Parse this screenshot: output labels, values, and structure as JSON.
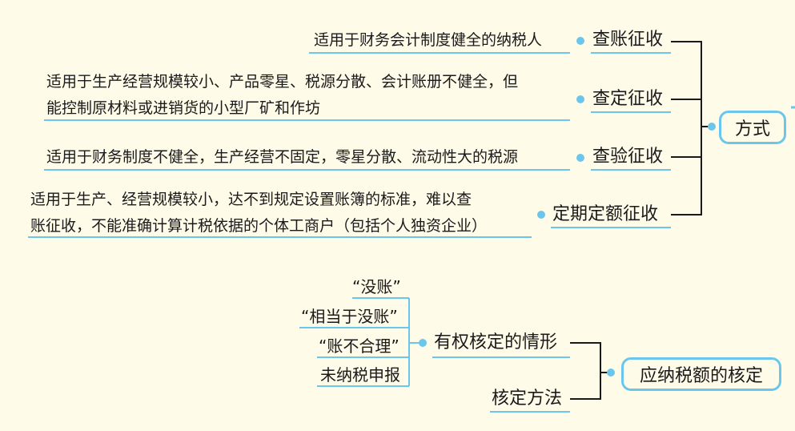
{
  "diagram": {
    "colors": {
      "accent": "#6cc6ec",
      "line": "#1a1a1a",
      "background": "#fefbe9"
    },
    "tree1": {
      "root": "方式",
      "methods": [
        {
          "label": "查账征收",
          "description": [
            "适用于财务会计制度健全的纳税人"
          ]
        },
        {
          "label": "查定征收",
          "description": [
            "适用于生产经营规模较小、产品零星、税源分散、会计账册不健全，但",
            "能控制原材料或进销货的小型厂矿和作坊"
          ]
        },
        {
          "label": "查验征收",
          "description": [
            "适用于财务制度不健全，生产经营不固定，零星分散、流动性大的税源"
          ]
        },
        {
          "label": "定期定额征收",
          "description": [
            "适用于生产、经营规模较小，达不到规定设置账簿的标准，难以查",
            "账征收，不能准确计算计税依据的个体工商户（包括个人独资企业）"
          ]
        }
      ]
    },
    "tree2": {
      "root": "应纳税额的核定",
      "branch1": {
        "label": "有权核定的情形",
        "children": [
          "“没账”",
          "“相当于没账”",
          "“账不合理”",
          "未纳税申报"
        ]
      },
      "branch2": {
        "label": "核定方法"
      }
    }
  }
}
